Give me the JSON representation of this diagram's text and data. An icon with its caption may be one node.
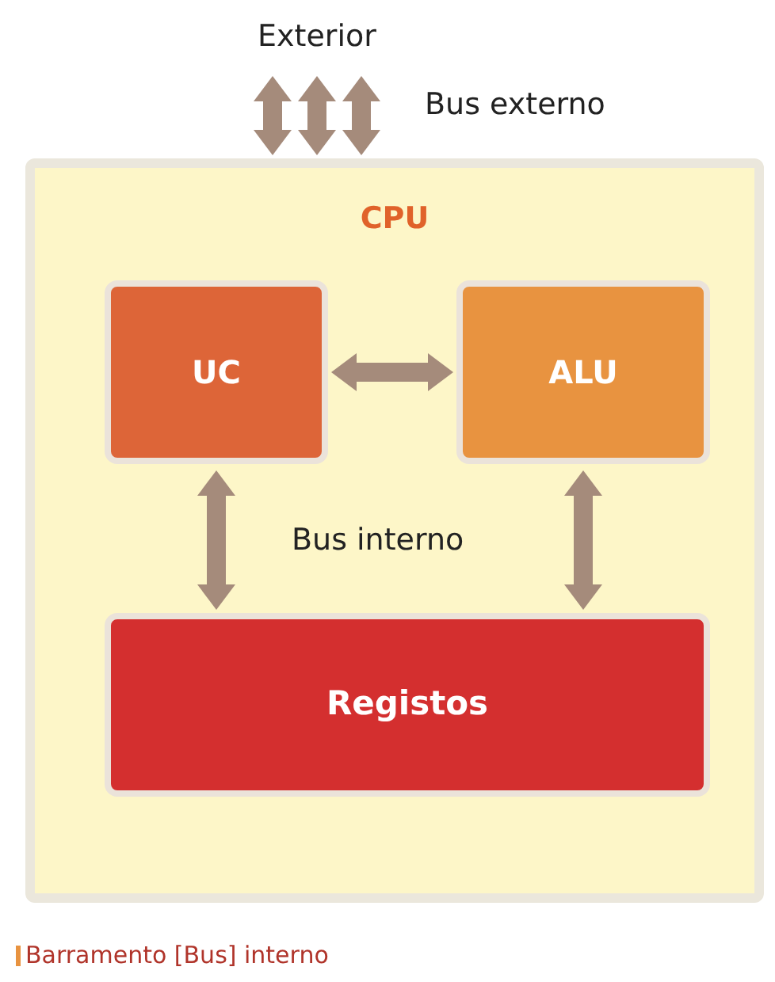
{
  "diagram": {
    "caption": "Barramento [Bus] interno",
    "nodes": [
      {
        "text": [
          "Exterior"
        ]
      },
      {
        "text": [
          "CPU"
        ]
      },
      {
        "text": [
          "UC"
        ],
        "in": 1
      },
      {
        "text": [
          "ALU"
        ],
        "in": 1
      },
      {
        "text": [
          "Registos"
        ],
        "in": 1
      }
    ],
    "edges": [
      {
        "from": 0,
        "to": 1,
        "arrow": "both"
      },
      {
        "from": 0,
        "to": 1,
        "arrow": "both"
      },
      {
        "from": 0,
        "to": 1,
        "arrow": "both"
      },
      {
        "from": 2,
        "to": 3,
        "arrow": "both"
      },
      {
        "from": 2,
        "to": 4,
        "arrow": "both"
      },
      {
        "from": 3,
        "to": 4,
        "arrow": "both"
      }
    ],
    "labels": [
      "Bus externo",
      "Bus interno"
    ]
  }
}
